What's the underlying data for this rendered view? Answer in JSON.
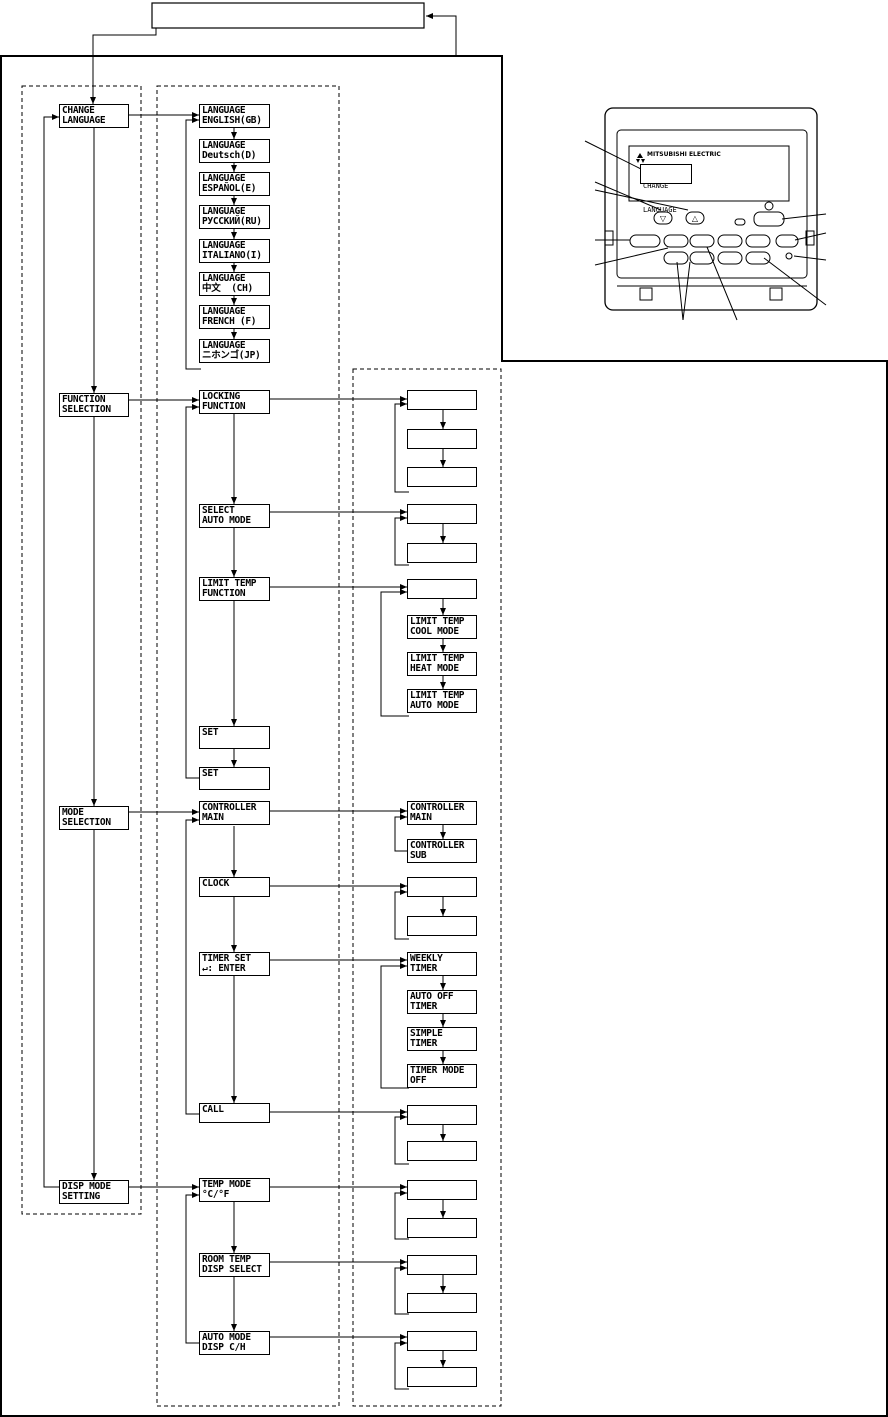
{
  "col1": [
    {
      "id": "change_language",
      "lines": [
        "CHANGE",
        "LANGUAGE"
      ]
    },
    {
      "id": "function_selection",
      "lines": [
        "FUNCTION",
        "SELECTION"
      ]
    },
    {
      "id": "mode_selection",
      "lines": [
        "MODE",
        "SELECTION"
      ]
    },
    {
      "id": "disp_mode_setting",
      "lines": [
        "DISP MODE",
        "SETTING"
      ]
    }
  ],
  "languages": [
    [
      "LANGUAGE",
      "ENGLISH(GB)"
    ],
    [
      "LANGUAGE",
      "Deutsch(D)"
    ],
    [
      "LANGUAGE",
      "ESPAÑOL(E)"
    ],
    [
      "LANGUAGE",
      "РУССКИЙ(RU)"
    ],
    [
      "LANGUAGE",
      "ITALIANO(I)"
    ],
    [
      "LANGUAGE",
      "中文  (CH)"
    ],
    [
      "LANGUAGE",
      "FRENCH (F)"
    ],
    [
      "LANGUAGE",
      "ニホンゴ(JP)"
    ]
  ],
  "function_items": [
    [
      "LOCKING",
      "FUNCTION"
    ],
    [
      "SELECT",
      "AUTO MODE"
    ],
    [
      "LIMIT TEMP",
      "FUNCTION"
    ],
    [
      "SET"
    ],
    [
      "SET"
    ]
  ],
  "mode_items": [
    [
      "CONTROLLER",
      "MAIN"
    ],
    [
      "CLOCK"
    ],
    [
      "TIMER SET",
      "↵: ENTER"
    ],
    [
      "CALL"
    ]
  ],
  "disp_items": [
    [
      "TEMP MODE",
      "°C/°F"
    ],
    [
      "ROOM TEMP",
      "DISP SELECT"
    ],
    [
      "AUTO MODE",
      "DISP C/H"
    ]
  ],
  "sub_limit_temp": [
    [
      "LIMIT TEMP",
      "COOL MODE"
    ],
    [
      "LIMIT TEMP",
      "HEAT MODE"
    ],
    [
      "LIMIT TEMP",
      "AUTO MODE"
    ]
  ],
  "sub_controller": [
    [
      "CONTROLLER",
      "MAIN"
    ],
    [
      "CONTROLLER",
      "SUB"
    ]
  ],
  "sub_timer": [
    [
      "WEEKLY",
      "TIMER"
    ],
    [
      "AUTO OFF",
      "TIMER"
    ],
    [
      "SIMPLE",
      "TIMER"
    ],
    [
      "TIMER MODE",
      "OFF"
    ]
  ],
  "remote": {
    "brand": "MITSUBISHI ELECTRIC",
    "display_lines": [
      "CHANGE",
      "LANGUAGE"
    ]
  }
}
